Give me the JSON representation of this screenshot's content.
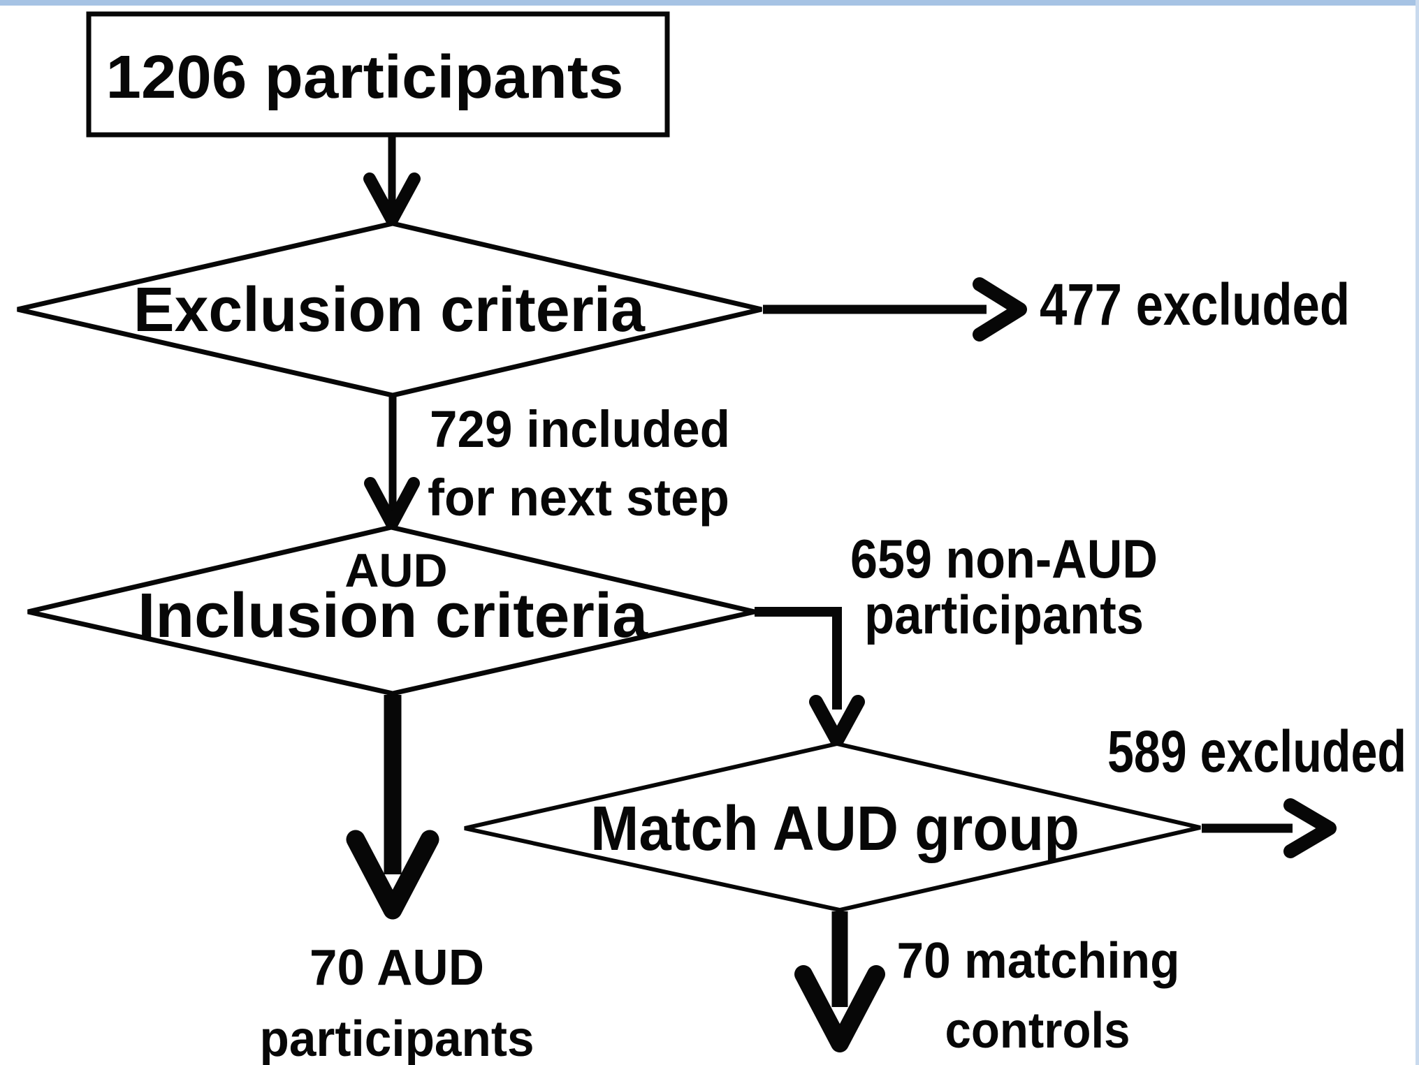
{
  "figure": {
    "type": "participant-flowchart",
    "top_box": {
      "label": "1206 participants"
    },
    "exclusion_diamond": {
      "label": "Exclusion criteria"
    },
    "excluded_477": {
      "label": "477 excluded"
    },
    "included_729": {
      "line1": "729 included",
      "line2": "for next step"
    },
    "inclusion_diamond": {
      "line1": "AUD",
      "line2": "Inclusion criteria"
    },
    "non_aud_659": {
      "line1": "659 non-AUD",
      "line2": "participants"
    },
    "match_diamond": {
      "label": "Match AUD group"
    },
    "excluded_589": {
      "label": "589 excluded"
    },
    "aud_70": {
      "line1": "70 AUD",
      "line2": "participants"
    },
    "matching_70": {
      "line1": "70 matching",
      "line2": "controls"
    }
  },
  "colors": {
    "line": "#070707",
    "background": "#ffffff",
    "top_border": "#a6c3e4",
    "right_border": "#c9daee"
  }
}
